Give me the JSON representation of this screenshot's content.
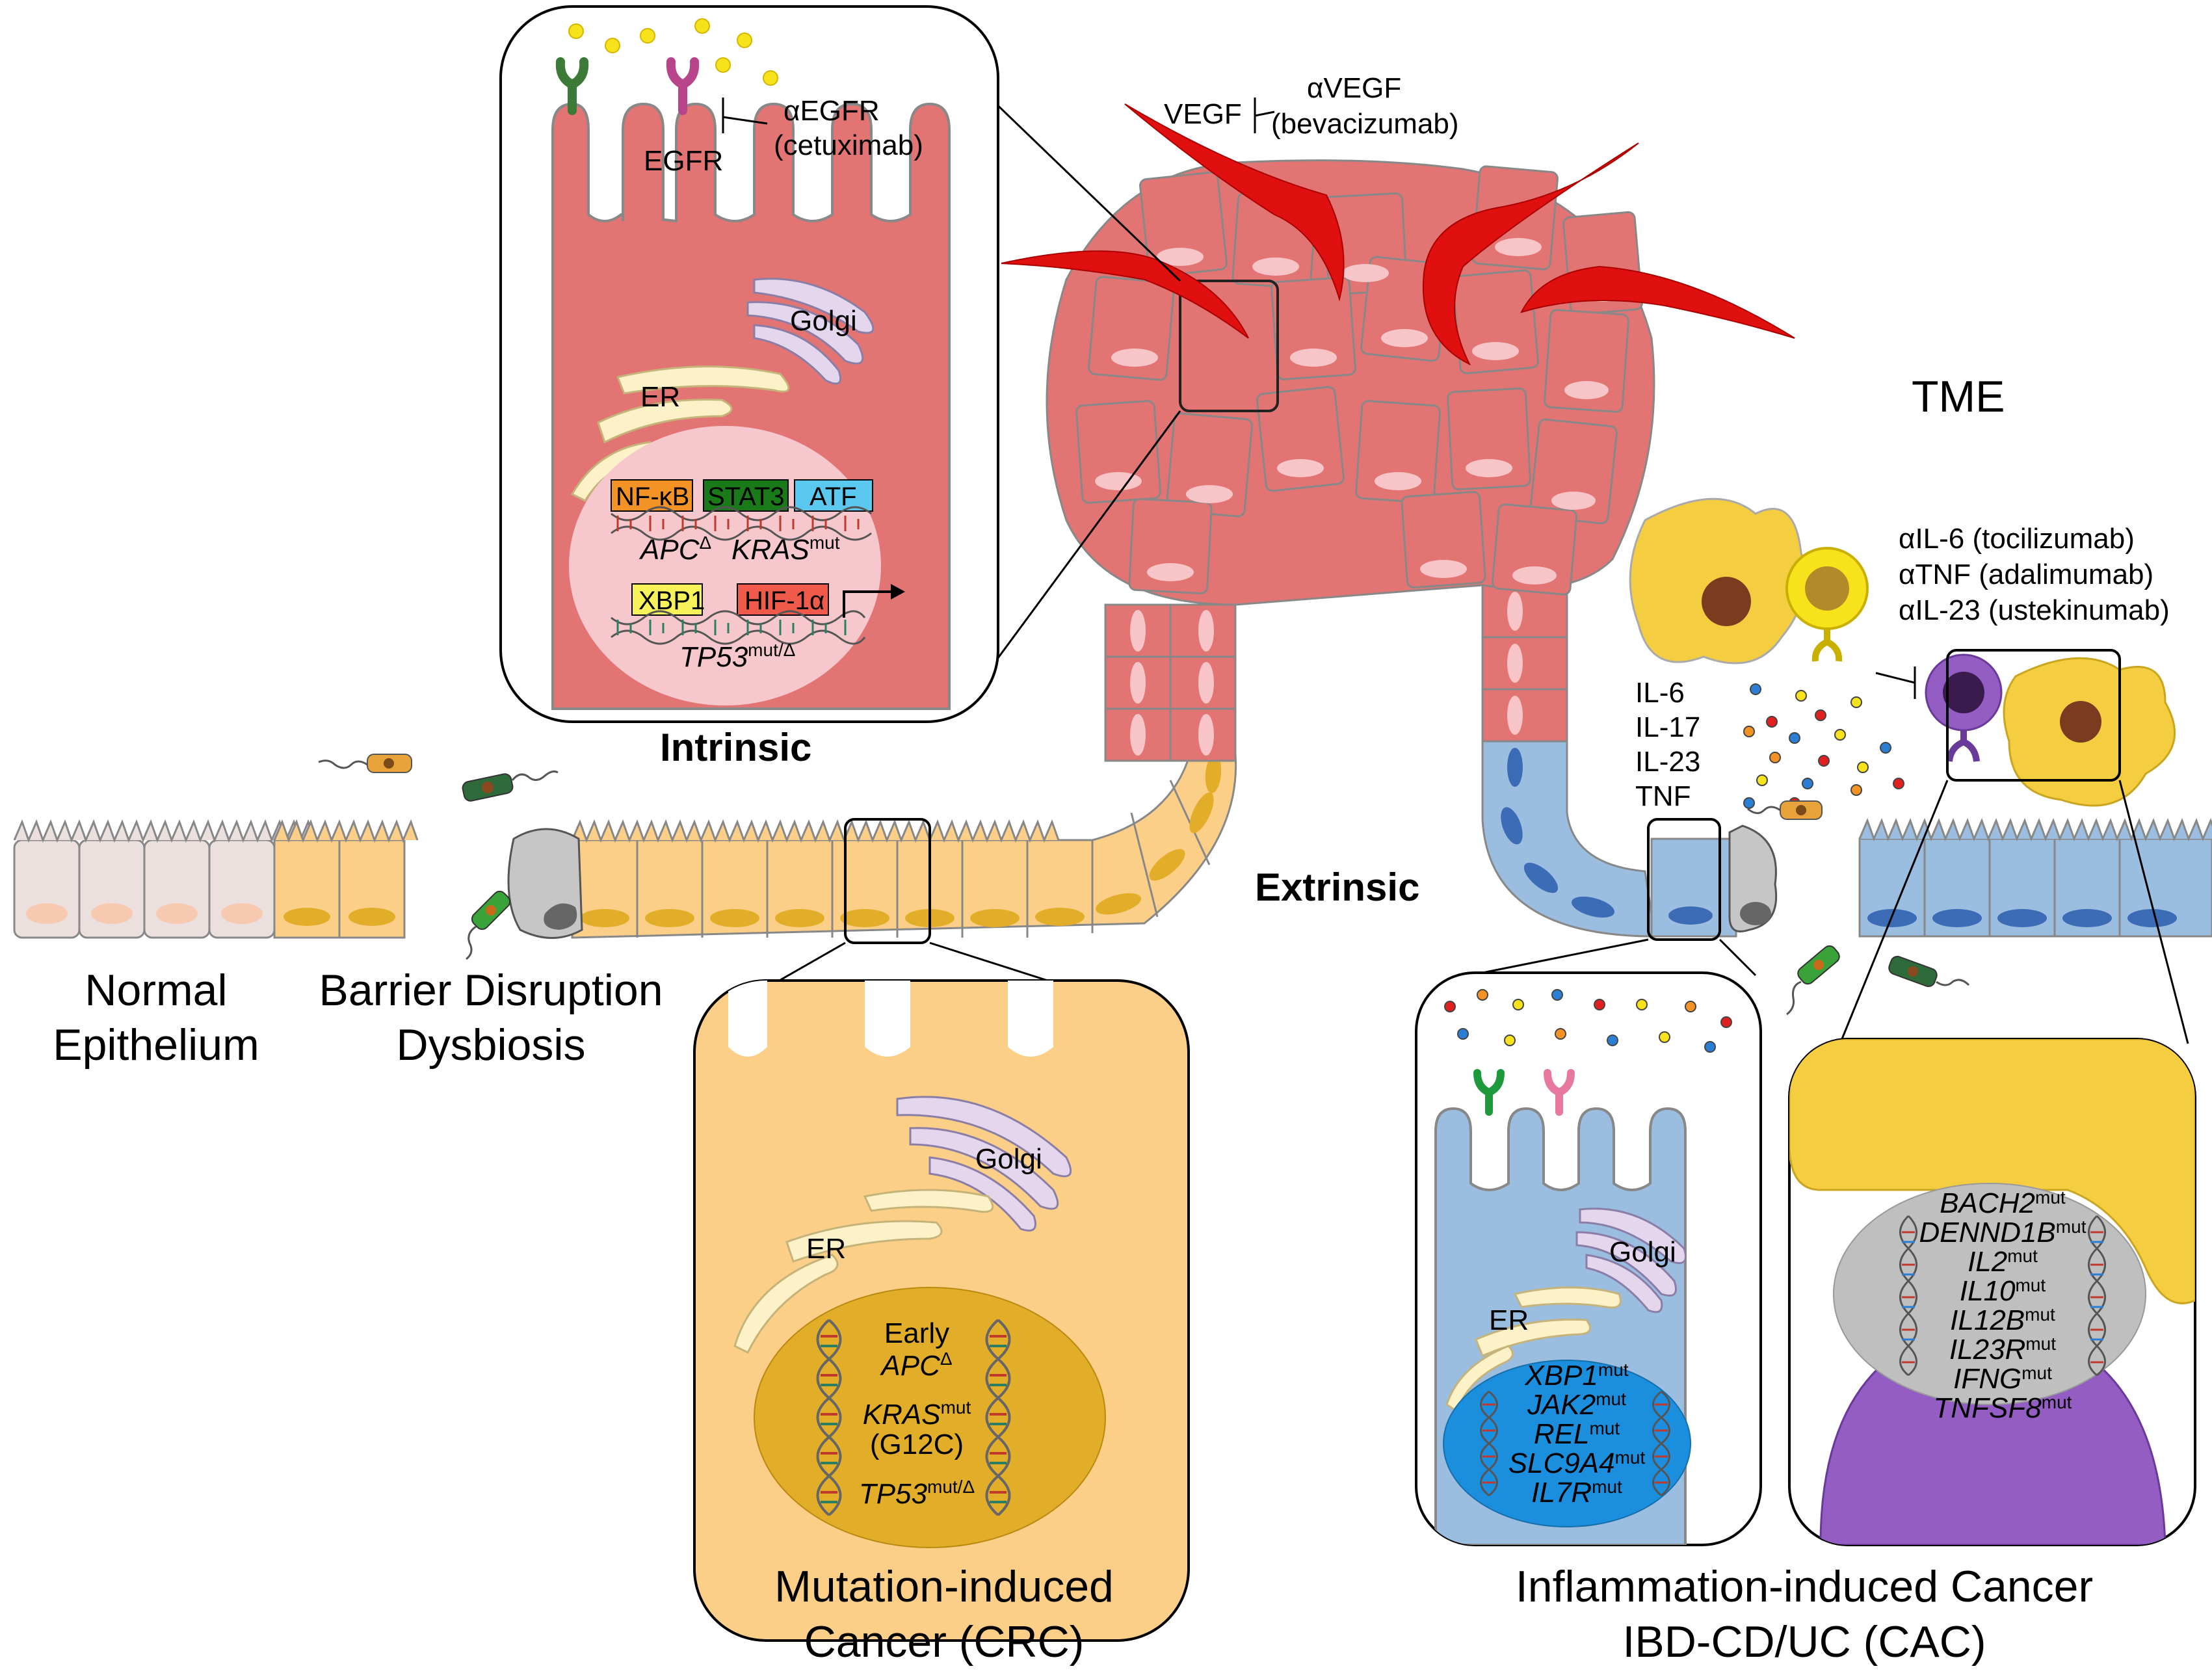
{
  "stages": {
    "normal": [
      "Normal",
      "Epithelium"
    ],
    "barrier": [
      "Barrier Disruption",
      "Dysbiosis"
    ],
    "intrinsic": "Intrinsic",
    "extrinsic": "Extrinsic",
    "tme": "TME"
  },
  "vegf": {
    "target": "VEGF",
    "drug_line1": "αVEGF",
    "drug_line2": "(bevacizumab)"
  },
  "intrinsic_cell": {
    "receptor": "EGFR",
    "drug_line1": "αEGFR",
    "drug_line2": "(cetuximab)",
    "golgi": "Golgi",
    "er": "ER",
    "tf_row1": [
      "NF-κB",
      "STAT3",
      "ATF"
    ],
    "tf_row2": [
      "XBP1",
      "HIF-1α"
    ],
    "genes_row1": [
      {
        "name": "APC",
        "sup": "Δ"
      },
      {
        "name": "KRAS",
        "sup": "mut"
      }
    ],
    "genes_row2": [
      {
        "name": "TP53",
        "sup": "mut/Δ"
      }
    ]
  },
  "tme_panel": {
    "drugs": [
      "αIL-6 (tocilizumab)",
      "αTNF (adalimumab)",
      "αIL-23 (ustekinumab)"
    ],
    "cytokines": [
      "IL-6",
      "IL-17",
      "IL-23",
      "TNF"
    ]
  },
  "crc_cell": {
    "golgi": "Golgi",
    "er": "ER",
    "early": "Early",
    "apc": {
      "name": "APC",
      "sup": "Δ"
    },
    "kras": {
      "name": "KRAS",
      "sup": "mut"
    },
    "kras_variant": "(G12C)",
    "tp53": {
      "name": "TP53",
      "sup": "mut/Δ"
    },
    "caption": [
      "Mutation-induced",
      "Cancer (CRC)"
    ]
  },
  "cac_cell": {
    "golgi": "Golgi",
    "er": "ER",
    "genes": [
      {
        "name": "XBP1",
        "sup": "mut"
      },
      {
        "name": "JAK2",
        "sup": "mut"
      },
      {
        "name": "REL",
        "sup": "mut"
      },
      {
        "name": "SLC9A4",
        "sup": "mut"
      },
      {
        "name": "IL7R",
        "sup": "mut"
      }
    ],
    "caption": [
      "Inflammation-induced Cancer",
      "IBD-CD/UC (CAC)"
    ]
  },
  "immune_genes": [
    {
      "name": "BACH2",
      "sup": "mut"
    },
    {
      "name": "DENND1B",
      "sup": "mut"
    },
    {
      "name": "IL2",
      "sup": "mut"
    },
    {
      "name": "IL10",
      "sup": "mut"
    },
    {
      "name": "IL12B",
      "sup": "mut"
    },
    {
      "name": "IL23R",
      "sup": "mut"
    },
    {
      "name": "IFNG",
      "sup": "mut"
    },
    {
      "name": "TNFSF8",
      "sup": "mut"
    }
  ],
  "colors": {
    "normal_cell": "#ece0de",
    "orange_cell": "#fccf88",
    "orange_nucleus": "#e2ad28",
    "red_cell": "#e27573",
    "red_nucleus": "#f7c4c7",
    "blue_cell": "#9bbde0",
    "blue_nucleus": "#3c6cb6",
    "vessel": "#e00f10",
    "golgi": "#e4d6ed",
    "er": "#fdf1c8",
    "immune_yellow": "#f5cd40",
    "immune_purple": "#935dc4",
    "cac_nucleus": "#1b8fdd"
  }
}
